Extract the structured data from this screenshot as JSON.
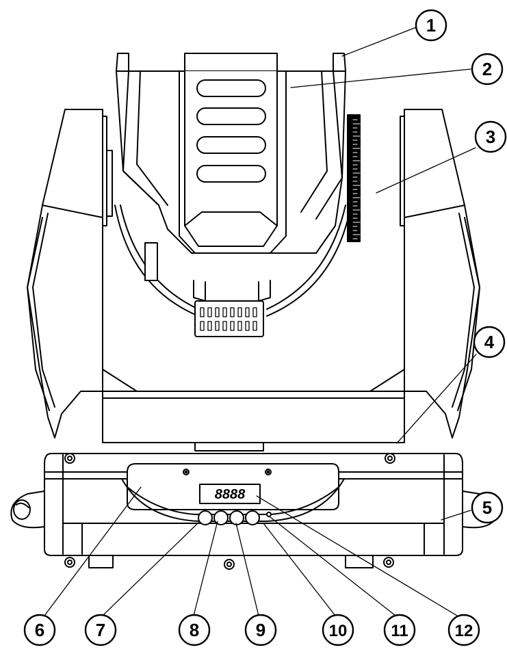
{
  "figure": {
    "callouts": [
      {
        "label": "1"
      },
      {
        "label": "2"
      },
      {
        "label": "3"
      },
      {
        "label": "4"
      },
      {
        "label": "5"
      },
      {
        "label": "6"
      },
      {
        "label": "7"
      },
      {
        "label": "8"
      },
      {
        "label": "9"
      },
      {
        "label": "10"
      },
      {
        "label": "11"
      },
      {
        "label": "12"
      }
    ],
    "display": {
      "digits": "8888"
    }
  }
}
